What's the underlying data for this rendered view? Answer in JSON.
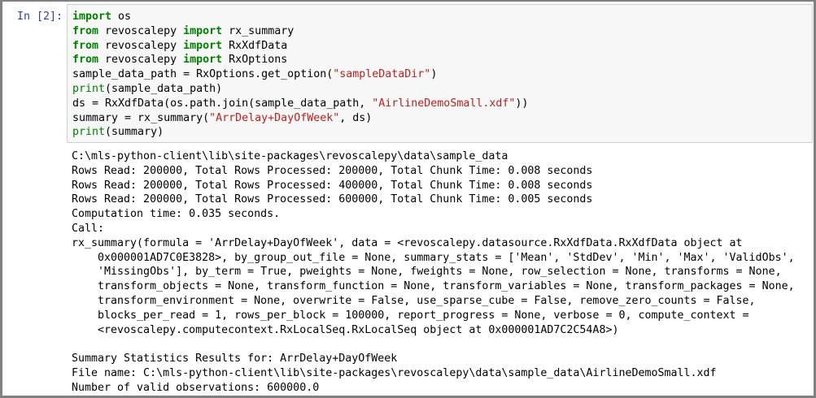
{
  "cell": {
    "prompt": "In [2]:",
    "code_lines": [
      [
        {
          "t": "import",
          "c": "kw"
        },
        {
          "t": " os",
          "c": ""
        }
      ],
      [
        {
          "t": "from",
          "c": "kw"
        },
        {
          "t": " revoscalepy ",
          "c": ""
        },
        {
          "t": "import",
          "c": "kw"
        },
        {
          "t": " rx_summary",
          "c": ""
        }
      ],
      [
        {
          "t": "from",
          "c": "kw"
        },
        {
          "t": " revoscalepy ",
          "c": ""
        },
        {
          "t": "import",
          "c": "kw"
        },
        {
          "t": " RxXdfData",
          "c": ""
        }
      ],
      [
        {
          "t": "from",
          "c": "kw"
        },
        {
          "t": " revoscalepy ",
          "c": ""
        },
        {
          "t": "import",
          "c": "kw"
        },
        {
          "t": " RxOptions",
          "c": ""
        }
      ],
      [
        {
          "t": "sample_data_path = RxOptions.get_option(",
          "c": ""
        },
        {
          "t": "\"sampleDataDir\"",
          "c": "str"
        },
        {
          "t": ")",
          "c": ""
        }
      ],
      [
        {
          "t": "print",
          "c": "bi"
        },
        {
          "t": "(sample_data_path)",
          "c": ""
        }
      ],
      [
        {
          "t": "ds = RxXdfData(os.path.join(sample_data_path, ",
          "c": ""
        },
        {
          "t": "\"AirlineDemoSmall.xdf\"",
          "c": "str"
        },
        {
          "t": "))",
          "c": ""
        }
      ],
      [
        {
          "t": "summary = rx_summary(",
          "c": ""
        },
        {
          "t": "\"ArrDelay+DayOfWeek\"",
          "c": "str"
        },
        {
          "t": ", ds)",
          "c": ""
        }
      ],
      [
        {
          "t": "print",
          "c": "bi"
        },
        {
          "t": "(summary)",
          "c": ""
        }
      ]
    ]
  },
  "output": {
    "lines": [
      "C:\\mls-python-client\\lib\\site-packages\\revoscalepy\\data\\sample_data",
      "Rows Read: 200000, Total Rows Processed: 200000, Total Chunk Time: 0.008 seconds",
      "Rows Read: 200000, Total Rows Processed: 400000, Total Chunk Time: 0.008 seconds",
      "Rows Read: 200000, Total Rows Processed: 600000, Total Chunk Time: 0.005 seconds",
      "Computation time: 0.035 seconds.",
      "Call:",
      "rx_summary(formula = 'ArrDelay+DayOfWeek', data = <revoscalepy.datasource.RxXdfData.RxXdfData object at",
      "    0x000001AD7C0E3828>, by_group_out_file = None, summary_stats = ['Mean', 'StdDev', 'Min', 'Max', 'ValidObs',",
      "    'MissingObs'], by_term = True, pweights = None, fweights = None, row_selection = None, transforms = None,",
      "    transform_objects = None, transform_function = None, transform_variables = None, transform_packages = None,",
      "    transform_environment = None, overwrite = False, use_sparse_cube = False, remove_zero_counts = False,",
      "    blocks_per_read = 1, rows_per_block = 100000, report_progress = None, verbose = 0, compute_context =",
      "    <revoscalepy.computecontext.RxLocalSeq.RxLocalSeq object at 0x000001AD7C2C54A8>)",
      "",
      "Summary Statistics Results for: ArrDelay+DayOfWeek",
      "File name: C:\\mls-python-client\\lib\\site-packages\\revoscalepy\\data\\sample_data\\AirlineDemoSmall.xdf",
      "Number of valid observations: 600000.0"
    ]
  },
  "colors": {
    "prompt": "#303f9f",
    "keyword": "#008000",
    "string": "#ba2121",
    "input_bg": "#f7f7f7",
    "input_border": "#cfcfcf",
    "frame": "#808080"
  }
}
